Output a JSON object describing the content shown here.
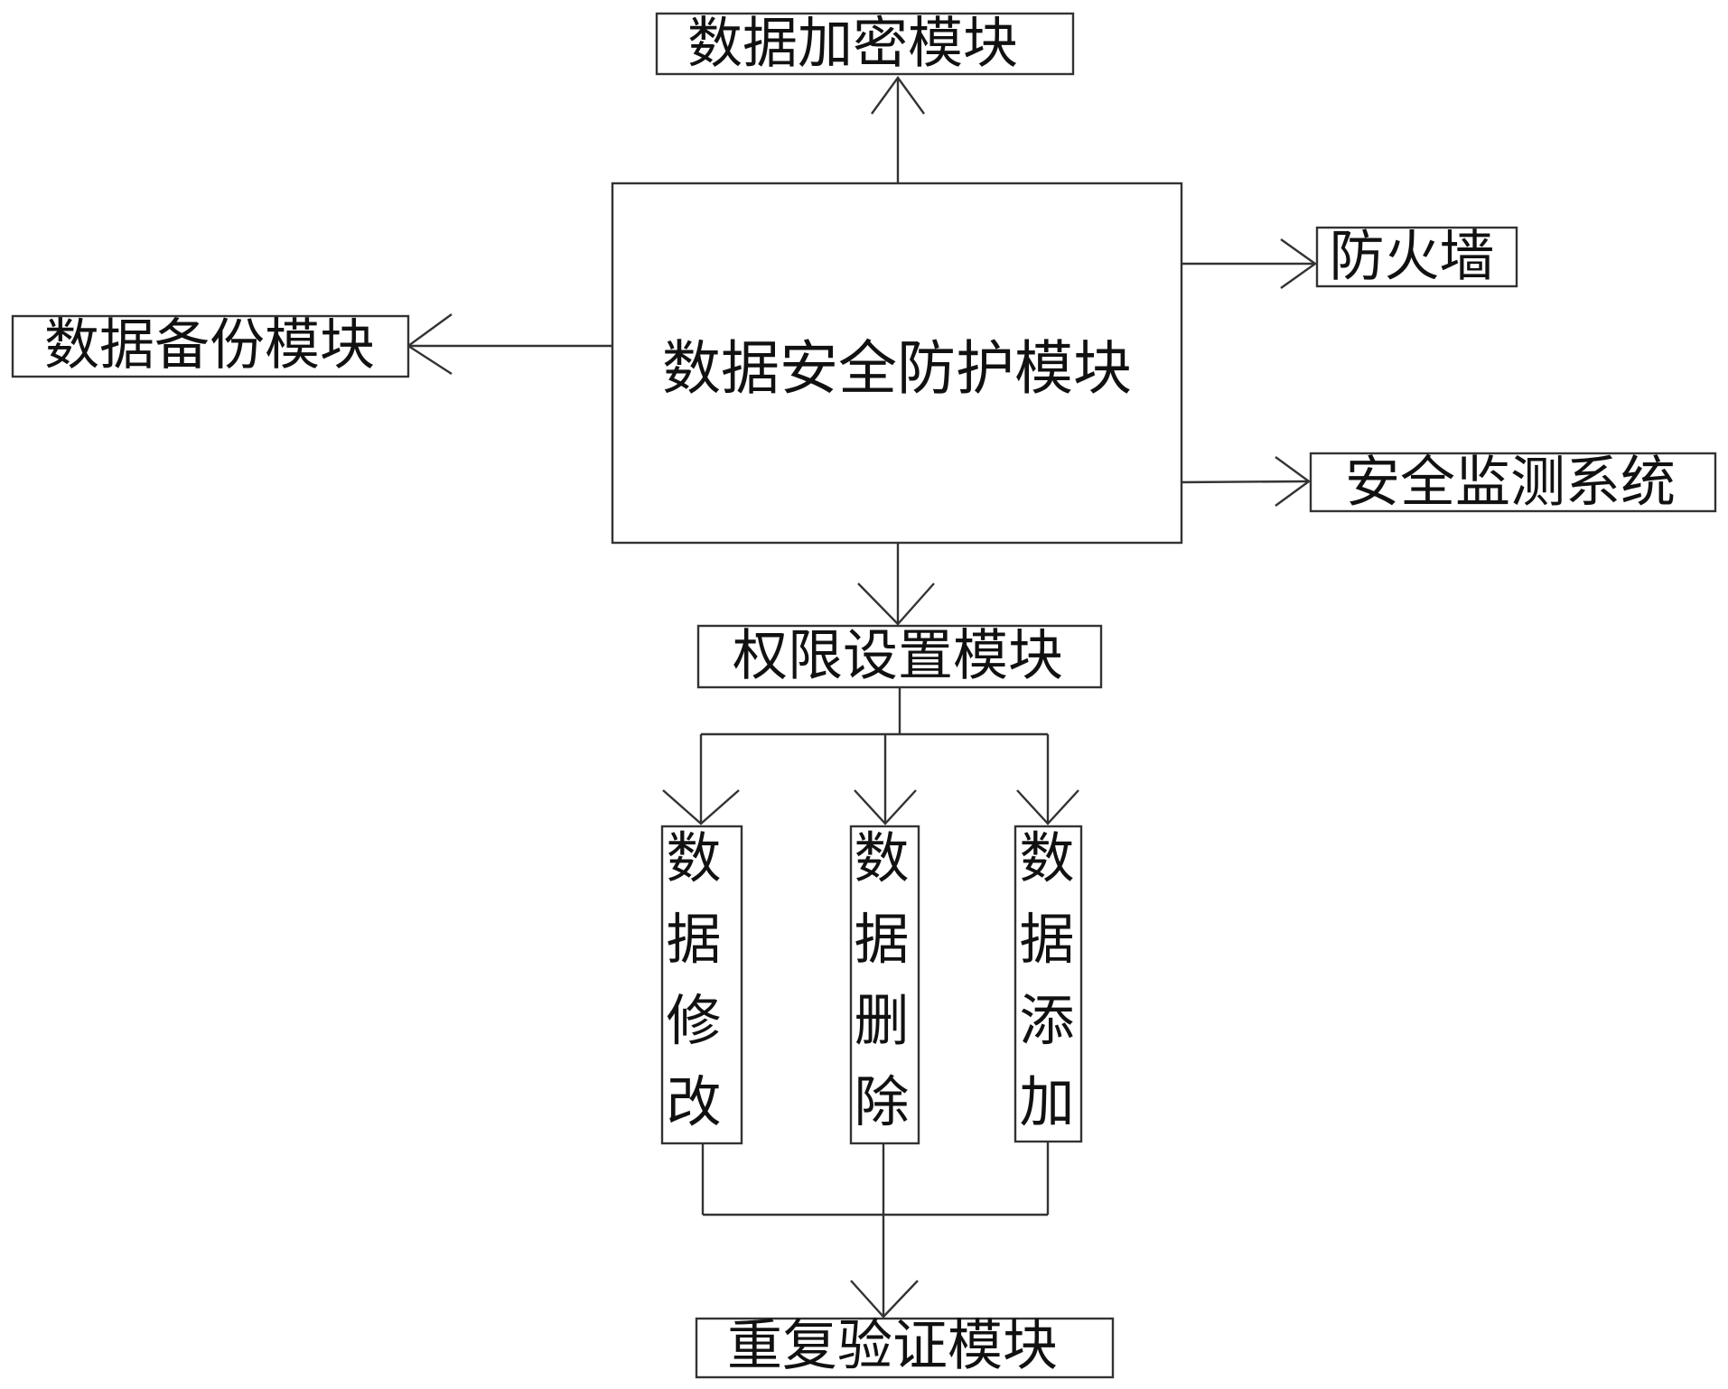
{
  "diagram": {
    "center": {
      "label": "数据安全防护模块"
    },
    "encryption": {
      "label": "数据加密模块"
    },
    "firewall": {
      "label": "防火墙"
    },
    "backup": {
      "label": "数据备份模块"
    },
    "monitoring": {
      "label": "安全监测系统"
    },
    "permission": {
      "label": "权限设置模块"
    },
    "modify": {
      "label": "数据修改"
    },
    "delete": {
      "label": "数据删除"
    },
    "add": {
      "label": "数据添加"
    },
    "verify": {
      "label": "重复验证模块"
    }
  }
}
